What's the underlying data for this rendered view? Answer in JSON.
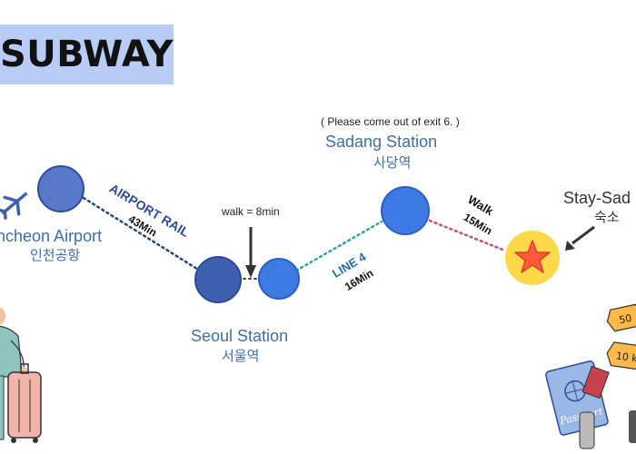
{
  "header": {
    "title": "SUBWAY"
  },
  "stations": {
    "incheon": {
      "name_en": "ncheon Airport",
      "name_ko": "인천공항"
    },
    "seoul": {
      "name_en": "Seoul Station",
      "name_ko": "서울역"
    },
    "sadang": {
      "name_en": "Sadang Station",
      "name_ko": "사당역",
      "note": "( Please come out of exit 6. )"
    },
    "stay": {
      "name_en": "Stay-Sad",
      "name_ko": "숙소"
    }
  },
  "segments": {
    "airport_rail": {
      "line": "AIRPORT RAIL",
      "time": "43Min"
    },
    "transfer": {
      "text": "walk = 8min"
    },
    "line4": {
      "line": "LINE 4",
      "time": "16Min"
    },
    "walk": {
      "line": "Walk",
      "time": "15Min"
    }
  },
  "decor": {
    "coin_top": "50",
    "coin_bottom": "10 k",
    "passport": "Passport"
  },
  "colors": {
    "station_dark": "#3f5fb0",
    "station_light": "#3d7ae4",
    "airport_rail_dots": "#234a6b",
    "line4_dots": "#2fa3a3",
    "walk_dots": "#c25078",
    "title_bg": "#b9ccf5",
    "star": "#ff5a3a",
    "star_bg": "#ffd84a",
    "line4_text": "#1f6fa3"
  }
}
